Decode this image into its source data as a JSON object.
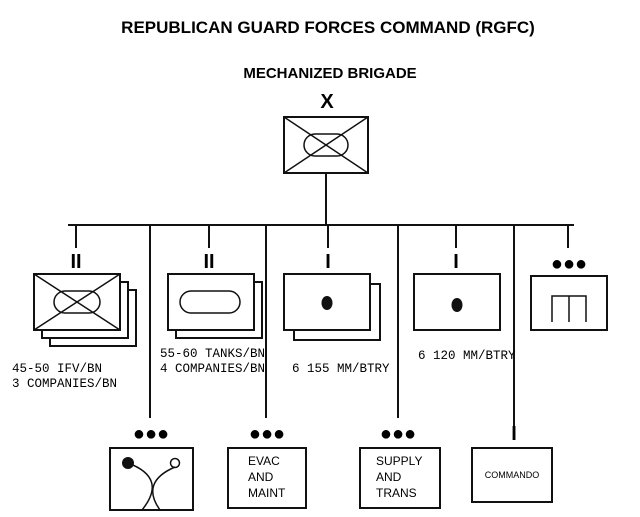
{
  "title": "REPUBLICAN GUARD FORCES COMMAND (RGFC)",
  "subtitle": "MECHANIZED BRIGADE",
  "echelon_marker": "X",
  "units": {
    "mech_infantry": {
      "echelon": "II",
      "caption_lines": [
        "45-50 IFV/BN",
        "3 COMPANIES/BN"
      ],
      "symbol": "mechanized-infantry-symbol"
    },
    "armor": {
      "echelon": "II",
      "caption_lines": [
        "55-60 TANKS/BN",
        "4 COMPANIES/BN"
      ],
      "symbol": "armor-symbol"
    },
    "artillery": {
      "echelon": "I",
      "caption": "6 155 MM/BTRY",
      "symbol": "artillery-symbol"
    },
    "mortar": {
      "echelon": "I",
      "caption": "6 120 MM/BTRY",
      "symbol": "mortar-symbol"
    },
    "engineer": {
      "echelon": "●●●",
      "symbol": "engineer-symbol"
    }
  },
  "support": {
    "signal": {
      "echelon": "●●●",
      "symbol": "signal-symbol"
    },
    "evac_maint": {
      "echelon": "●●●",
      "lines": [
        "EVAC",
        "AND",
        "MAINT"
      ]
    },
    "supply_trans": {
      "echelon": "●●●",
      "lines": [
        "SUPPLY",
        "AND",
        "TRANS"
      ]
    },
    "commando": {
      "echelon": "I",
      "label": "COMMANDO"
    }
  },
  "colors": {
    "ink": "#111111",
    "paper": "#ffffff"
  }
}
